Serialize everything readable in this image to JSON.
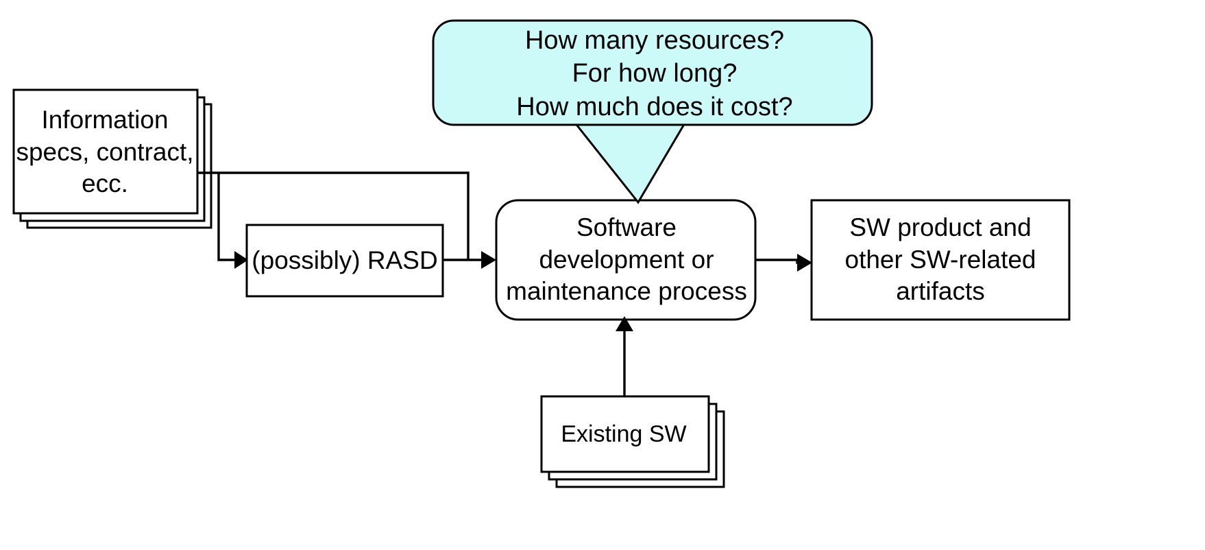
{
  "diagram": {
    "title": "Software development or maintenance process context diagram",
    "background_color": "#ffffff",
    "stroke_color": "#000000",
    "callout_fill": "#ccfaf8",
    "nodes": {
      "information": {
        "label": "Information\nspecs, contract,\necc.",
        "shape": "stacked-rectangle",
        "stack_count": 3
      },
      "rasd": {
        "label": "(possibly) RASD",
        "shape": "rectangle"
      },
      "process": {
        "label": "Software\ndevelopment or\nmaintenance process",
        "shape": "rounded-rectangle"
      },
      "product": {
        "label": "SW product and\nother SW-related\nartifacts",
        "shape": "rectangle"
      },
      "existing_sw": {
        "label": "Existing SW",
        "shape": "stacked-rectangle",
        "stack_count": 3
      }
    },
    "callout": {
      "shape": "rounded-speech-bubble",
      "fill": "#ccfaf8",
      "lines": [
        "How many resources?",
        "For how long?",
        "How much does it cost?"
      ],
      "points_to": "process"
    },
    "edges": [
      {
        "from": "information",
        "to": "rasd",
        "style": "orthogonal-arrow"
      },
      {
        "from": "information",
        "to": "process",
        "style": "orthogonal-arrow"
      },
      {
        "from": "rasd",
        "to": "process",
        "style": "straight-arrow"
      },
      {
        "from": "process",
        "to": "product",
        "style": "straight-arrow"
      },
      {
        "from": "existing_sw",
        "to": "process",
        "style": "vertical-arrow"
      }
    ]
  }
}
